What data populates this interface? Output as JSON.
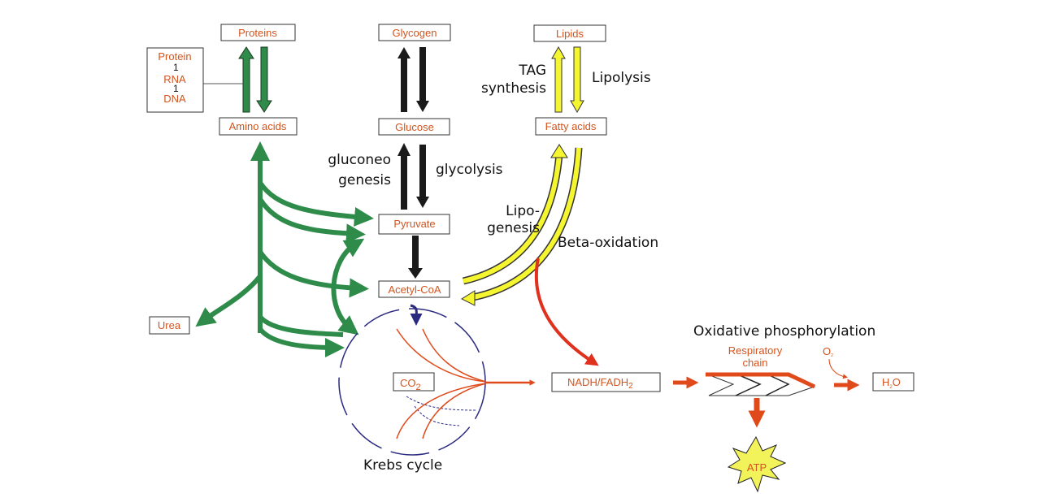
{
  "nodes": {
    "proteins": "Proteins",
    "glycogen": "Glycogen",
    "lipids": "Lipids",
    "protein": "Protein",
    "rna": "RNA",
    "dna": "DNA",
    "amino_acids": "Amino acids",
    "glucose": "Glucose",
    "fatty_acids": "Fatty acids",
    "pyruvate": "Pyruvate",
    "acetyl_coa": "Acetyl-CoA",
    "urea": "Urea",
    "co2": "CO",
    "co2_sub": "2",
    "nadh": "NADH/FADH",
    "nadh_sub": "2",
    "h2o_h": "H",
    "h2o_sub": "2",
    "h2o_o": "O",
    "atp": "ATP",
    "o2": "O",
    "o2_sub": "2"
  },
  "labels": {
    "tag_1": "TAG",
    "tag_2": "synthesis",
    "lipolysis": "Lipolysis",
    "gluconeo_1": "gluconeo",
    "gluconeo_2": "genesis",
    "glycolysis": "glycolysis",
    "lipo_1": "Lipo-",
    "lipo_2": "genesis",
    "beta_oxidation": "Beta-oxidation",
    "oxphos": "Oxidative phosphorylation",
    "resp_1": "Respiratory",
    "resp_2": "chain",
    "krebs": "Krebs cycle"
  },
  "colors": {
    "node_text": "#d2541e",
    "green": "#2e8b4a",
    "black": "#1a1a1a",
    "yellow": "#f5f530",
    "red": "#e0301e",
    "orange": "#e04a1a",
    "navy": "#2a2a80"
  }
}
